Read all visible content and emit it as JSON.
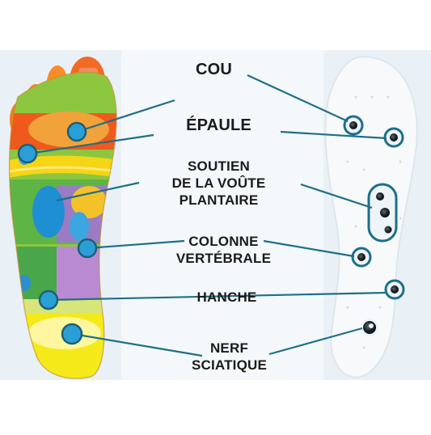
{
  "colors": {
    "background_band": "#e9f1f7",
    "connector": "#1f6f86",
    "marker_fill": "#2a9fd6",
    "marker_ring": "#1c5f78",
    "label_text": "#1a1a1a"
  },
  "labels": {
    "neck": [
      "COU"
    ],
    "shoulder": [
      "ÉPAULE"
    ],
    "arch": [
      "SOUTIEN",
      "DE LA VOÛTE",
      "PLANTAIRE"
    ],
    "spine": [
      "COLONNE",
      "VERTÉBRALE"
    ],
    "hip": [
      "HANCHE"
    ],
    "sciatic": [
      "NERF",
      "SCIATIQUE"
    ]
  }
}
